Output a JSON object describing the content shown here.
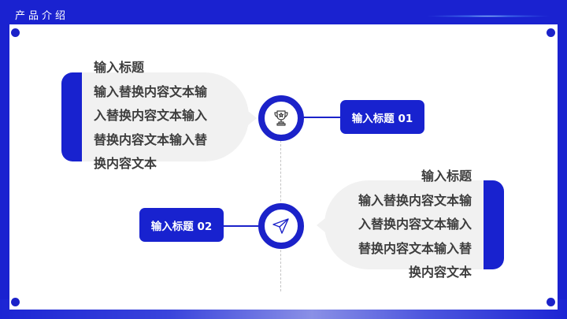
{
  "header": {
    "title": "产品介绍"
  },
  "colors": {
    "primary_blue": "#1822cf",
    "bubble_grey": "#f1f1f1",
    "text_dark": "#3d3d3d",
    "dashed_line": "#c4c4c4"
  },
  "items": [
    {
      "label": "输入标题 01",
      "icon": "trophy-icon",
      "heading": "输入标题",
      "lines": [
        "输入替换内容文本输",
        "入替换内容文本输入",
        "替换内容文本输入替",
        "换内容文本"
      ]
    },
    {
      "label": "输入标题 02",
      "icon": "paper-plane-icon",
      "heading": "输入标题",
      "lines": [
        "输入替换内容文本输",
        "入替换内容文本输入",
        "替换内容文本输入替",
        "换内容文本"
      ]
    }
  ]
}
